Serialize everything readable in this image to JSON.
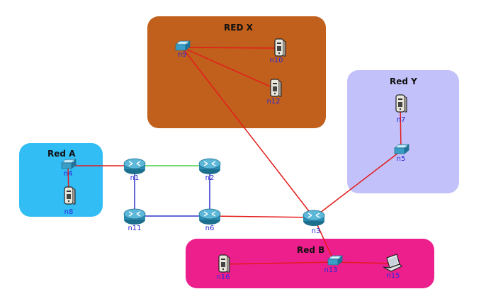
{
  "zones": {
    "red_x": {
      "title": "RED X",
      "color": "#c0601c"
    },
    "red_y": {
      "title": "Red Y",
      "color": "#c3c1fa"
    },
    "red_a": {
      "title": "Red A",
      "color": "#33bdf5"
    },
    "red_b": {
      "title": "Red B",
      "color": "#ec1f8d"
    }
  },
  "link_colors": {
    "red": "#e41b1b",
    "blue": "#2b33c8",
    "green": "#46d146"
  },
  "nodes": {
    "n1": {
      "label": "n1",
      "kind": "router"
    },
    "n2": {
      "label": "n2",
      "kind": "router"
    },
    "n3": {
      "label": "n3",
      "kind": "router"
    },
    "n4": {
      "label": "n4",
      "kind": "switch"
    },
    "n5": {
      "label": "n5",
      "kind": "switch"
    },
    "n6": {
      "label": "n6",
      "kind": "router"
    },
    "n7": {
      "label": "n7",
      "kind": "server"
    },
    "n8": {
      "label": "n8",
      "kind": "server"
    },
    "n9": {
      "label": "n9",
      "kind": "switch"
    },
    "n10": {
      "label": "n10",
      "kind": "server"
    },
    "n11": {
      "label": "n11",
      "kind": "router"
    },
    "n12": {
      "label": "n12",
      "kind": "server"
    },
    "n13": {
      "label": "n13",
      "kind": "switch"
    },
    "n15": {
      "label": "n15",
      "kind": "laptop"
    },
    "n16": {
      "label": "n16",
      "kind": "server"
    }
  }
}
